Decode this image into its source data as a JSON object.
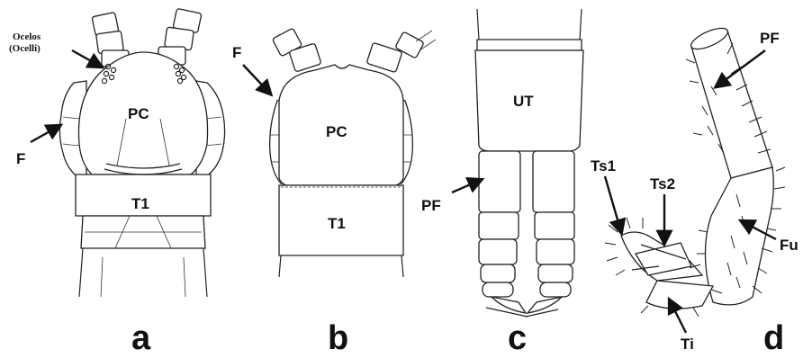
{
  "figure": {
    "panel_a": {
      "letter": "a",
      "ocelli_label_line1": "Ocelos",
      "ocelli_label_line2": "(Ocelli)",
      "forcipule_label": "F",
      "cephalic_plate_label": "PC",
      "tergite_label": "T1"
    },
    "panel_b": {
      "letter": "b",
      "forcipule_label": "F",
      "cephalic_plate_label": "PC",
      "tergite_label": "T1"
    },
    "panel_c": {
      "letter": "c",
      "ultimate_tergite_label": "UT",
      "ultimate_legs_label": "PF"
    },
    "panel_d": {
      "letter": "d",
      "prefemur_label": "PF",
      "femur_label": "Fu",
      "tibia_label": "Ti",
      "tarsus1_label": "Ts1",
      "tarsus2_label": "Ts2"
    }
  }
}
